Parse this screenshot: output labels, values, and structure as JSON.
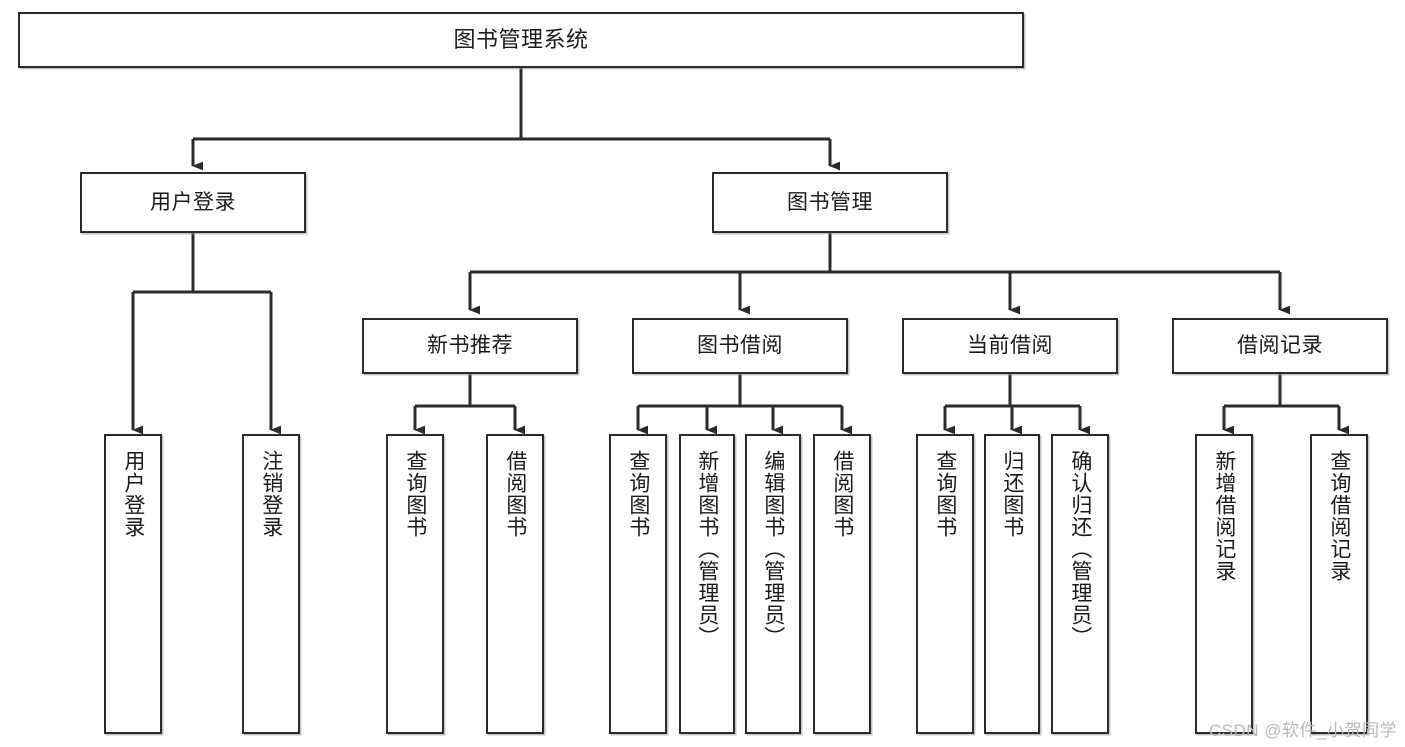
{
  "diagram": {
    "type": "tree-hierarchy-diagram",
    "title": "图书管理系统",
    "orientation": "top-down",
    "levels": 4,
    "colors": {
      "box_border": "#2b2b2b",
      "box_fill": "#ffffff",
      "connector": "#2b2b2b",
      "text": "#1a1a1a",
      "watermark": "#b9b9b9",
      "page_background": "#ffffff"
    },
    "root": {
      "id": "root",
      "label": "图书管理系统"
    },
    "level2": [
      {
        "id": "user-login",
        "label": "用户登录"
      },
      {
        "id": "book-management",
        "label": "图书管理"
      }
    ],
    "level3": [
      {
        "id": "new-book-recommend",
        "label": "新书推荐",
        "parent": "book-management"
      },
      {
        "id": "book-borrow",
        "label": "图书借阅",
        "parent": "book-management"
      },
      {
        "id": "current-borrow",
        "label": "当前借阅",
        "parent": "book-management"
      },
      {
        "id": "borrow-record",
        "label": "借阅记录",
        "parent": "book-management"
      }
    ],
    "leaves": [
      {
        "id": "leaf-user-login",
        "label": "用户登录",
        "parent": "user-login"
      },
      {
        "id": "leaf-logout-login",
        "label": "注销登录",
        "parent": "user-login"
      },
      {
        "id": "leaf-query-book-1",
        "label": "查询图书",
        "parent": "new-book-recommend"
      },
      {
        "id": "leaf-borrow-book-1",
        "label": "借阅图书",
        "parent": "new-book-recommend"
      },
      {
        "id": "leaf-query-book-2",
        "label": "查询图书",
        "parent": "book-borrow"
      },
      {
        "id": "leaf-add-book-admin",
        "label": "新增图书（管理员）",
        "parent": "book-borrow"
      },
      {
        "id": "leaf-edit-book-admin",
        "label": "编辑图书（管理员）",
        "parent": "book-borrow"
      },
      {
        "id": "leaf-borrow-book-2",
        "label": "借阅图书",
        "parent": "book-borrow"
      },
      {
        "id": "leaf-query-book-3",
        "label": "查询图书",
        "parent": "current-borrow"
      },
      {
        "id": "leaf-return-book",
        "label": "归还图书",
        "parent": "current-borrow"
      },
      {
        "id": "leaf-confirm-return-admin",
        "label": "确认归还（管理员）",
        "parent": "current-borrow"
      },
      {
        "id": "leaf-add-borrow-record",
        "label": "新增借阅记录",
        "parent": "borrow-record"
      },
      {
        "id": "leaf-query-borrow-record",
        "label": "查询借阅记录",
        "parent": "borrow-record"
      }
    ]
  },
  "watermark": {
    "text": "CSDN @软件_小贺同学"
  }
}
